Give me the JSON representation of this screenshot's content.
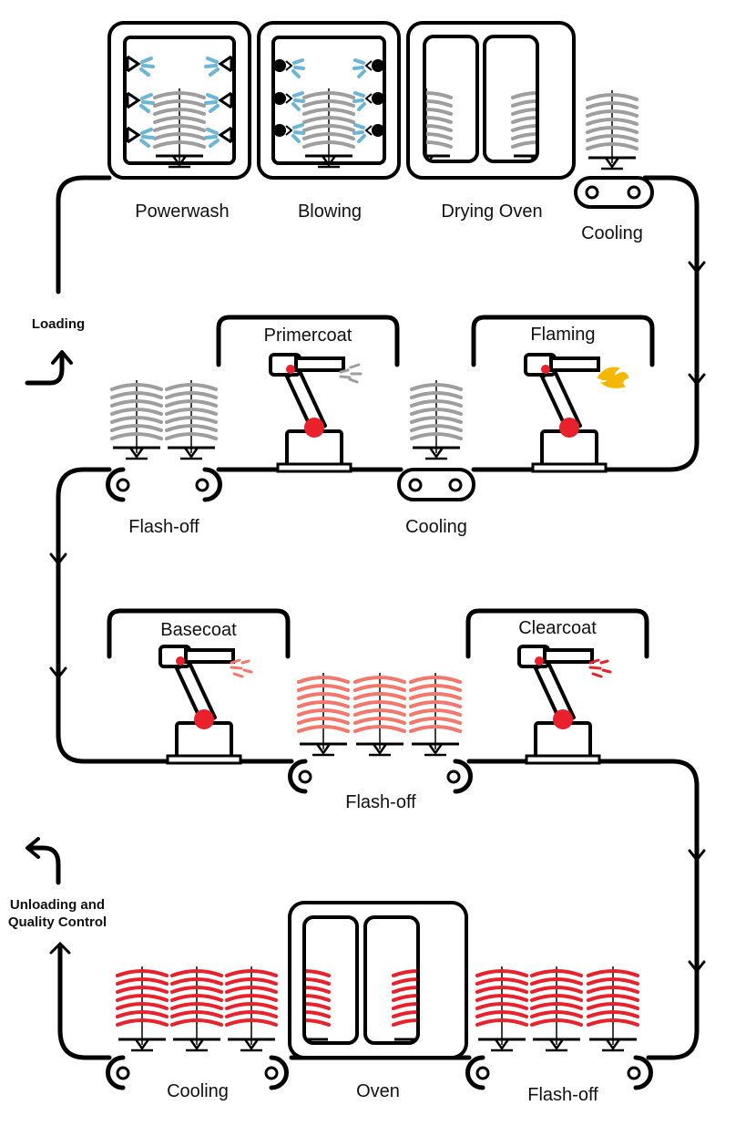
{
  "colors": {
    "line": "#000000",
    "raw_part": "#9e9e9e",
    "water": "#6ab5d8",
    "flame": "#f5b800",
    "robot_joint": "#e8212b",
    "basecoat": "#f4776b",
    "clearcoat": "#e8212b"
  },
  "stations": {
    "powerwash": "Powerwash",
    "blowing": "Blowing",
    "drying_oven": "Drying Oven",
    "cooling_1": "Cooling",
    "loading": "Loading",
    "primercoat": "Primercoat",
    "flaming": "Flaming",
    "flash_off_1": "Flash-off",
    "cooling_2": "Cooling",
    "basecoat": "Basecoat",
    "clearcoat": "Clearcoat",
    "flash_off_2": "Flash-off",
    "unloading_line1": "Unloading and",
    "unloading_line2": "Quality Control",
    "cooling_3": "Cooling",
    "oven": "Oven",
    "flash_off_3": "Flash-off"
  }
}
